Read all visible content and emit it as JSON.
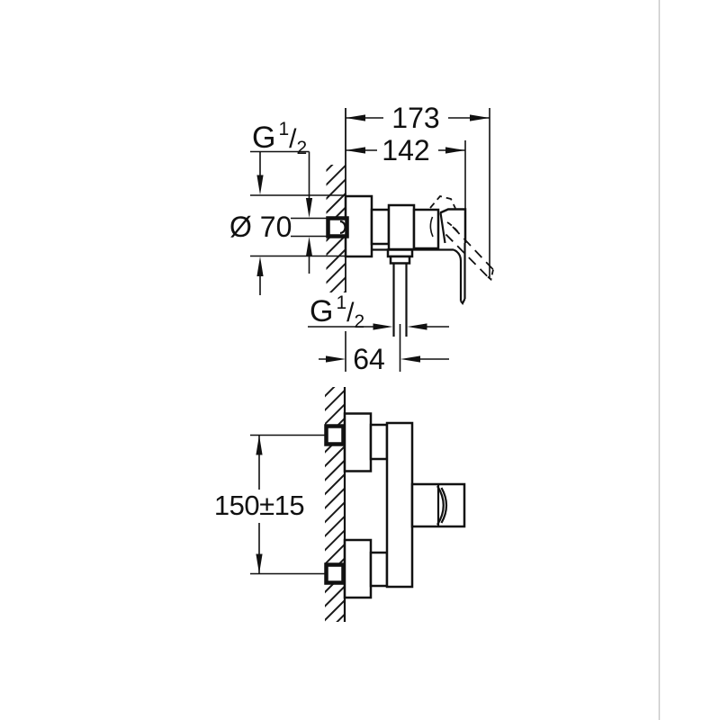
{
  "side_view": {
    "dim_total_depth": "173",
    "dim_body_depth": "142",
    "inlet_thread": {
      "g": "G",
      "num": "1",
      "slash": "/",
      "den": "2"
    },
    "escutcheon_diameter": "Ø 70",
    "outlet_thread": {
      "g": "G",
      "num": "1",
      "slash": "/",
      "den": "2"
    },
    "dim_outlet_offset": "64"
  },
  "front_view": {
    "dim_inlet_spacing": "150±15"
  },
  "colors": {
    "line": "#111111",
    "divider": "#c9c9c9",
    "background": "#ffffff"
  }
}
